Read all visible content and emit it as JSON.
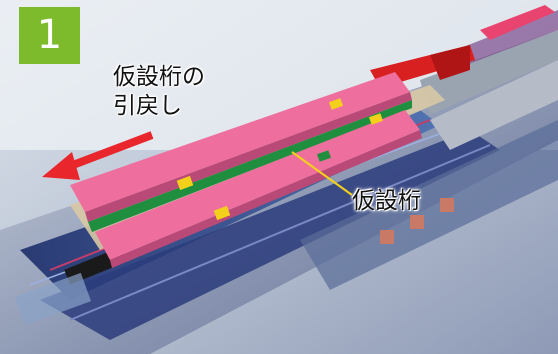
{
  "step": {
    "number": "1"
  },
  "labels": {
    "pullback_line1": "仮設桁の",
    "pullback_line2": "引戻し",
    "girder": "仮設桁"
  },
  "colors": {
    "badge": "#7dbb2c",
    "girder": "#ee6f9e",
    "rail_strip": "#1f8f3f",
    "arrow": "#e8262b",
    "leader": "#f3d11a"
  }
}
